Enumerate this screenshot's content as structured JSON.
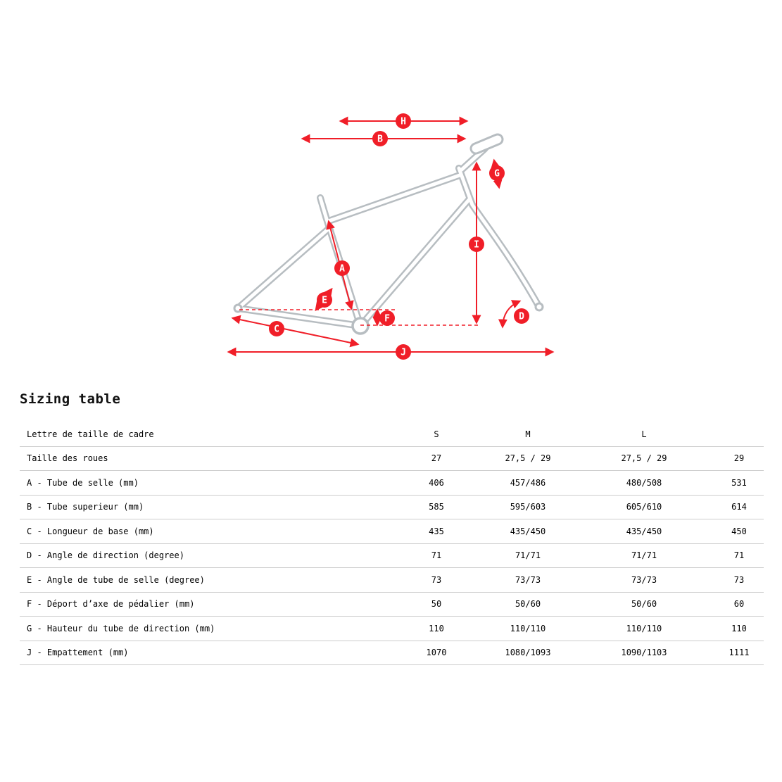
{
  "colors": {
    "accent": "#f01e28",
    "frame_gray": "#b7bdc1",
    "separator": "#cccccc"
  },
  "diagram": {
    "labels": {
      "h": "H",
      "b": "B",
      "g": "G",
      "a": "A",
      "e": "E",
      "f": "F",
      "c": "C",
      "d": "D",
      "i": "I",
      "j": "J"
    }
  },
  "sizing": {
    "title": "Sizing table",
    "header": {
      "label": "Lettre de taille de cadre",
      "sizes": [
        "S",
        "M",
        "L",
        ""
      ]
    },
    "rows": [
      {
        "label": "Taille des roues",
        "values": [
          "27",
          "27,5 / 29",
          "27,5 / 29",
          "29"
        ]
      },
      {
        "label": "A - Tube de selle (mm)",
        "values": [
          "406",
          "457/486",
          "480/508",
          "531"
        ]
      },
      {
        "label": "B - Tube superieur (mm)",
        "values": [
          "585",
          "595/603",
          "605/610",
          "614"
        ]
      },
      {
        "label": "C - Longueur de base (mm)",
        "values": [
          "435",
          "435/450",
          "435/450",
          "450"
        ]
      },
      {
        "label": "D - Angle de direction (degree)",
        "values": [
          "71",
          "71/71",
          "71/71",
          "71"
        ]
      },
      {
        "label": "E - Angle de tube de selle (degree)",
        "values": [
          "73",
          "73/73",
          "73/73",
          "73"
        ]
      },
      {
        "label": "F - Déport d’axe de pédalier (mm)",
        "values": [
          "50",
          "50/60",
          "50/60",
          "60"
        ]
      },
      {
        "label": "G - Hauteur du tube de direction (mm)",
        "values": [
          "110",
          "110/110",
          "110/110",
          "110"
        ]
      },
      {
        "label": "J - Empattement (mm)",
        "values": [
          "1070",
          "1080/1093",
          "1090/1103",
          "1111"
        ]
      }
    ]
  }
}
